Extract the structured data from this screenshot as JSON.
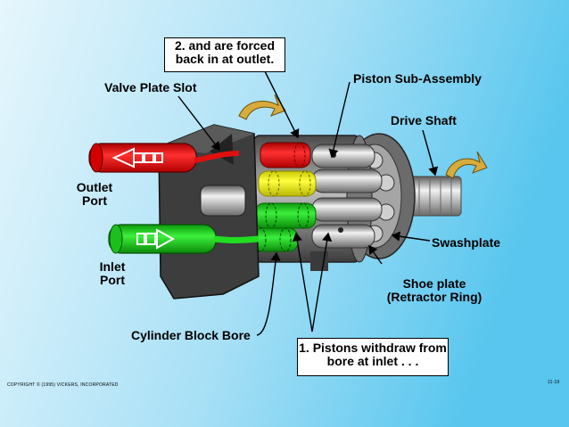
{
  "callouts": {
    "top_line1": "2. and are forced",
    "top_line2": "back in at outlet.",
    "bottom_line1": "1. Pistons withdraw from",
    "bottom_line2": "bore at inlet . . ."
  },
  "labels": {
    "valve_plate_slot": "Valve Plate Slot",
    "piston_sub_assembly": "Piston Sub-Assembly",
    "drive_shaft": "Drive Shaft",
    "outlet_port_1": "Outlet",
    "outlet_port_2": "Port",
    "inlet_port_1": "Inlet",
    "inlet_port_2": "Port",
    "swashplate": "Swashplate",
    "shoe_plate_1": "Shoe plate",
    "shoe_plate_2": "(Retractor Ring)",
    "cylinder_block_bore": "Cylinder Block Bore"
  },
  "footer": {
    "copyright": "COPYRIGHT © (1995) VICKERS, INCORPORATED",
    "page_number": "11-19"
  },
  "colors": {
    "background_light": "#e6f6fc",
    "background_dark": "#58c6ee",
    "outlet_red": "#ee1f1f",
    "inlet_green": "#22dd22",
    "transition_yellow": "#f4f41e",
    "metal_gray": "#9a9a9a",
    "dark_housing": "#3a3a3a",
    "arrow_gold": "#d8ac3c"
  }
}
